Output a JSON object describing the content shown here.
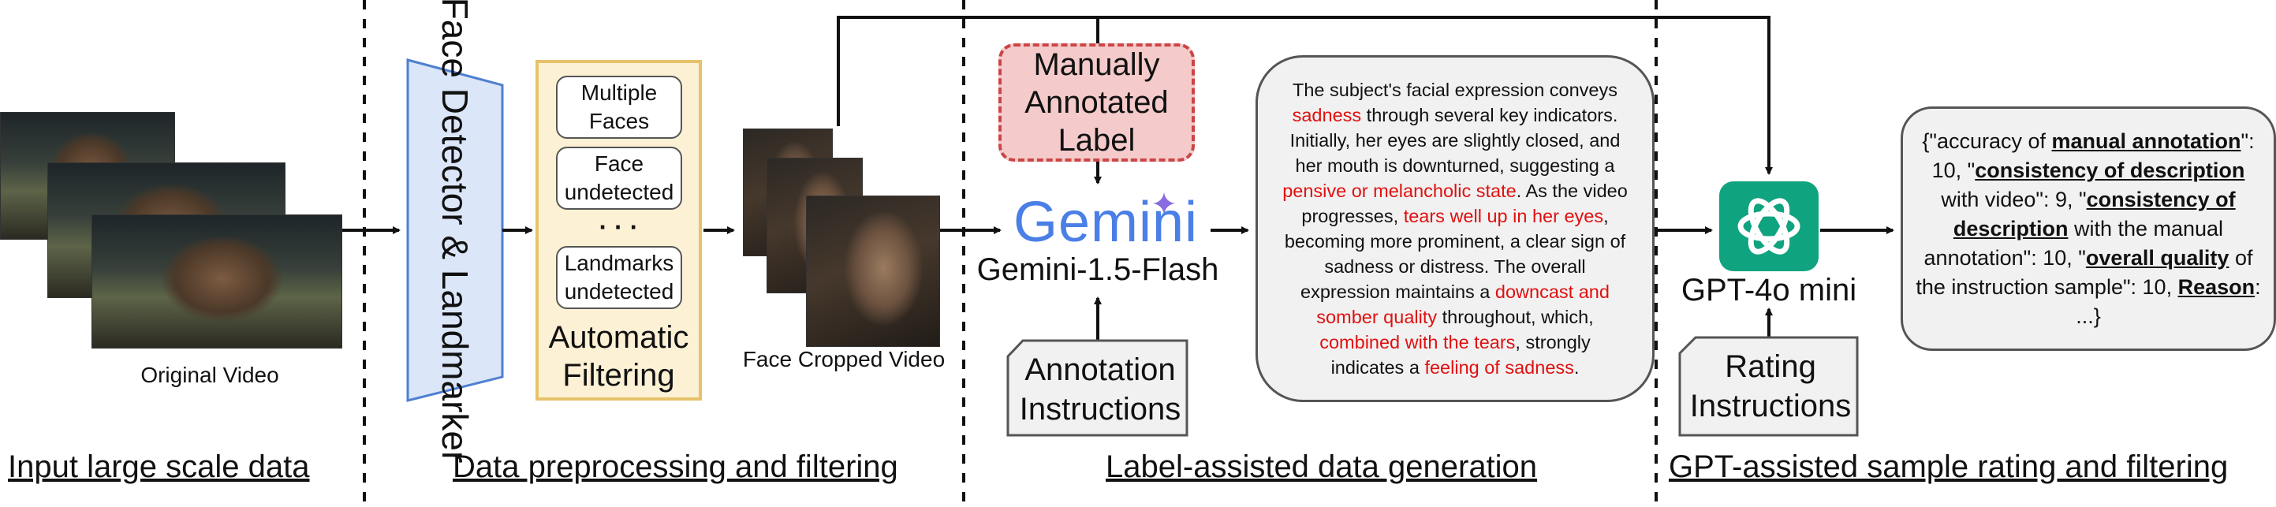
{
  "original_video_label": "Original Video",
  "detector_label": "Face Detector & Landmarker",
  "filter": {
    "items": [
      "Multiple Faces",
      "Face undetected",
      "Landmarks undetected"
    ],
    "ellipsis": "· · ·",
    "title": "Automatic Filtering"
  },
  "cropped_label": "Face Cropped Video",
  "manual_label": "Manually Annotated Label",
  "gemini": {
    "logo": "Gemini",
    "model": "Gemini-1.5-Flash"
  },
  "annotation_instructions": "Annotation Instructions",
  "description": {
    "segments": [
      {
        "text": "The subject's facial expression conveys ",
        "highlight": false
      },
      {
        "text": "sadness",
        "highlight": true
      },
      {
        "text": " through several key indicators. Initially, her eyes are slightly closed, and her mouth is downturned, suggesting a ",
        "highlight": false
      },
      {
        "text": "pensive or melancholic state",
        "highlight": true
      },
      {
        "text": ".  As the video progresses, ",
        "highlight": false
      },
      {
        "text": "tears well up in her eyes",
        "highlight": true
      },
      {
        "text": ", becoming more prominent, a clear sign of sadness or distress.  The overall expression maintains a ",
        "highlight": false
      },
      {
        "text": "downcast and somber quality",
        "highlight": true
      },
      {
        "text": " throughout, which, ",
        "highlight": false
      },
      {
        "text": "combined with the tears",
        "highlight": true
      },
      {
        "text": ", strongly indicates a ",
        "highlight": false
      },
      {
        "text": "feeling of sadness",
        "highlight": true
      },
      {
        "text": ".",
        "highlight": false
      }
    ]
  },
  "gpt": {
    "model": "GPT-4o mini"
  },
  "rating_instructions": "Rating Instructions",
  "result": {
    "segments": [
      {
        "text": "{\"accuracy of ",
        "bold": false
      },
      {
        "text": "manual annotation",
        "bold": true
      },
      {
        "text": "\": 10, \"",
        "bold": false
      },
      {
        "text": "consistency of description",
        "bold": true
      },
      {
        "text": " with video\": 9, \"",
        "bold": false
      },
      {
        "text": "consistency of description",
        "bold": true
      },
      {
        "text": " with the manual annotation\": 10, \"",
        "bold": false
      },
      {
        "text": "overall quality",
        "bold": true
      },
      {
        "text": " of the instruction sample\": 10, ",
        "bold": false
      },
      {
        "text": "Reason",
        "bold": true
      },
      {
        "text": ": ...}",
        "bold": false
      }
    ]
  },
  "sections": [
    "Input large scale data",
    "Data preprocessing and filtering",
    "Label-assisted data generation",
    "GPT-assisted sample rating and filtering"
  ],
  "colors": {
    "detector_fill": "#dbe6f8",
    "detector_stroke": "#4f7fd0",
    "filter_fill": "#fdf1d5",
    "filter_stroke": "#e6c26a",
    "manual_fill": "#f4caca",
    "manual_stroke": "#cc4444",
    "highlight": "#e01010",
    "gpt_green": "#10a37f"
  }
}
